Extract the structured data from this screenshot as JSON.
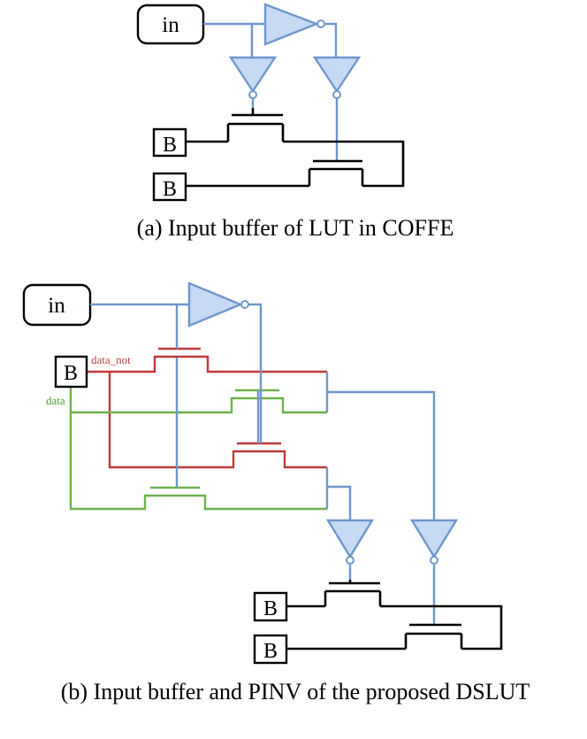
{
  "diagram_a": {
    "caption": "(a) Input buffer of LUT in COFFE",
    "input_label": "in",
    "b_labels": [
      "B",
      "B"
    ]
  },
  "diagram_b": {
    "caption": "(b) Input buffer and PINV of the proposed DSLUT",
    "input_label": "in",
    "b_input_label": "B",
    "data_not_label": "data_not",
    "data_label": "data",
    "b_labels": [
      "B",
      "B"
    ]
  },
  "colors": {
    "wire_black": "#000000",
    "wire_blue": "#6f96cc",
    "wire_red": "#c0393b",
    "wire_green": "#6cb24b",
    "gate_fill": "#c6dbf3"
  }
}
